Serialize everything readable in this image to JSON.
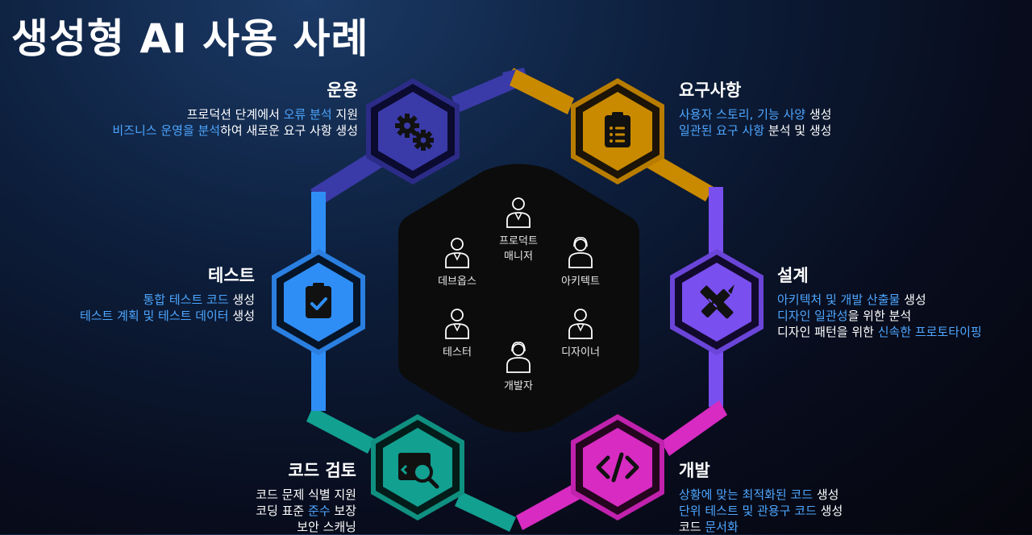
{
  "title": "생성형 AI 사용 사례",
  "roles": [
    {
      "id": "pm",
      "line1": "프로덕트",
      "line2": "매니저"
    },
    {
      "id": "devops",
      "line1": "데브옵스",
      "line2": ""
    },
    {
      "id": "architect",
      "line1": "아키텍트",
      "line2": ""
    },
    {
      "id": "tester",
      "line1": "테스터",
      "line2": ""
    },
    {
      "id": "designer",
      "line1": "디자이너",
      "line2": ""
    },
    {
      "id": "developer",
      "line1": "개발자",
      "line2": ""
    }
  ],
  "stages": {
    "operation": {
      "title": "운용",
      "lines": [
        [
          {
            "t": "프로덕션 단계에서 ",
            "h": false
          },
          {
            "t": "오류 분석",
            "h": true
          },
          {
            "t": " 지원",
            "h": false
          }
        ],
        [
          {
            "t": "비즈니스 운영을 분석",
            "h": true
          },
          {
            "t": "하여 새로운 요구 사항 생성",
            "h": false
          }
        ]
      ]
    },
    "requirements": {
      "title": "요구사항",
      "lines": [
        [
          {
            "t": "사용자 스토리, 기능 사양",
            "h": true
          },
          {
            "t": " 생성",
            "h": false
          }
        ],
        [
          {
            "t": "일관된 요구 사항",
            "h": true
          },
          {
            "t": " 분석 및 생성",
            "h": false
          }
        ]
      ]
    },
    "design": {
      "title": "설계",
      "lines": [
        [
          {
            "t": "아키텍처 및 개발 산출물",
            "h": true
          },
          {
            "t": " 생성",
            "h": false
          }
        ],
        [
          {
            "t": "디자인 일관성",
            "h": true
          },
          {
            "t": "을 위한 분석",
            "h": false
          }
        ],
        [
          {
            "t": "디자인 패턴을 위한 ",
            "h": false
          },
          {
            "t": "신속한 프로토타이핑",
            "h": true
          }
        ]
      ]
    },
    "testing": {
      "title": "테스트",
      "lines": [
        [
          {
            "t": "통합 테스트 코드",
            "h": true
          },
          {
            "t": " 생성",
            "h": false
          }
        ],
        [
          {
            "t": "테스트 계획 및 테스트 데이터",
            "h": true
          },
          {
            "t": " 생성",
            "h": false
          }
        ]
      ]
    },
    "review": {
      "title": "코드 검토",
      "lines": [
        [
          {
            "t": "코드 문제 식별 지원",
            "h": false
          }
        ],
        [
          {
            "t": "코딩 표준 ",
            "h": false
          },
          {
            "t": "준수",
            "h": true
          },
          {
            "t": " 보장",
            "h": false
          }
        ],
        [
          {
            "t": "보안 스캐닝",
            "h": false
          }
        ]
      ]
    },
    "development": {
      "title": "개발",
      "lines": [
        [
          {
            "t": "상황에 맞는 최적화된 코드",
            "h": true
          },
          {
            "t": " 생성",
            "h": false
          }
        ],
        [
          {
            "t": "단위 테스트 및 관용구 코드",
            "h": true
          },
          {
            "t": " 생성",
            "h": false
          }
        ],
        [
          {
            "t": "코드 ",
            "h": false
          },
          {
            "t": "문서화",
            "h": true
          }
        ]
      ]
    }
  },
  "icons": {
    "operation": "gears-icon",
    "requirements": "clipboard-list-icon",
    "design": "pencil-ruler-icon",
    "testing": "clipboard-check-icon",
    "review": "code-search-icon",
    "development": "code-icon"
  },
  "colors": {
    "operation": "#3a3aa8",
    "requirements": "#c98a00",
    "design": "#7a4ff0",
    "testing": "#2f8ef5",
    "review": "#12a091",
    "development": "#d72bc2",
    "highlight": "#4da6ff",
    "center": "#0c0c0c"
  }
}
